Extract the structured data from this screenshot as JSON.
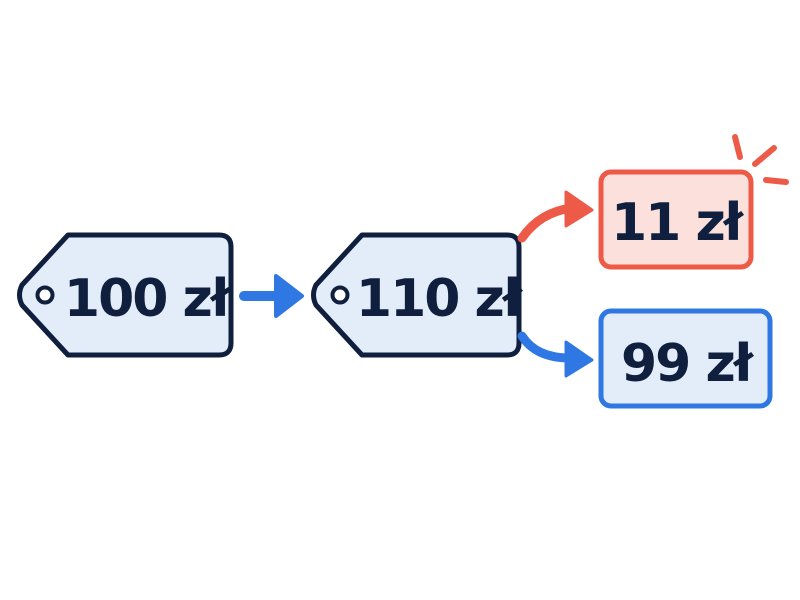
{
  "diagram": {
    "tags": [
      {
        "id": "start",
        "label": "100 zł"
      },
      {
        "id": "raised",
        "label": "110 zł"
      }
    ],
    "results": [
      {
        "id": "increase",
        "label": "11 zł",
        "highlighted": true
      },
      {
        "id": "decrease",
        "label": "99 zł",
        "highlighted": false
      }
    ]
  },
  "colors": {
    "outline": "#0f1f3d",
    "tag_fill": "#e3ecf9",
    "arrow_blue": "#2f78e4",
    "accent_red": "#ee5a48",
    "red_fill": "#fbe0dc",
    "blue_box_fill": "#e3ecf9",
    "blue_box_stroke": "#2f78e4"
  },
  "icons": [
    "price-tag-icon",
    "price-tag-icon",
    "arrow-right-icon",
    "curved-arrow-up-icon",
    "curved-arrow-down-icon",
    "burst-icon"
  ]
}
